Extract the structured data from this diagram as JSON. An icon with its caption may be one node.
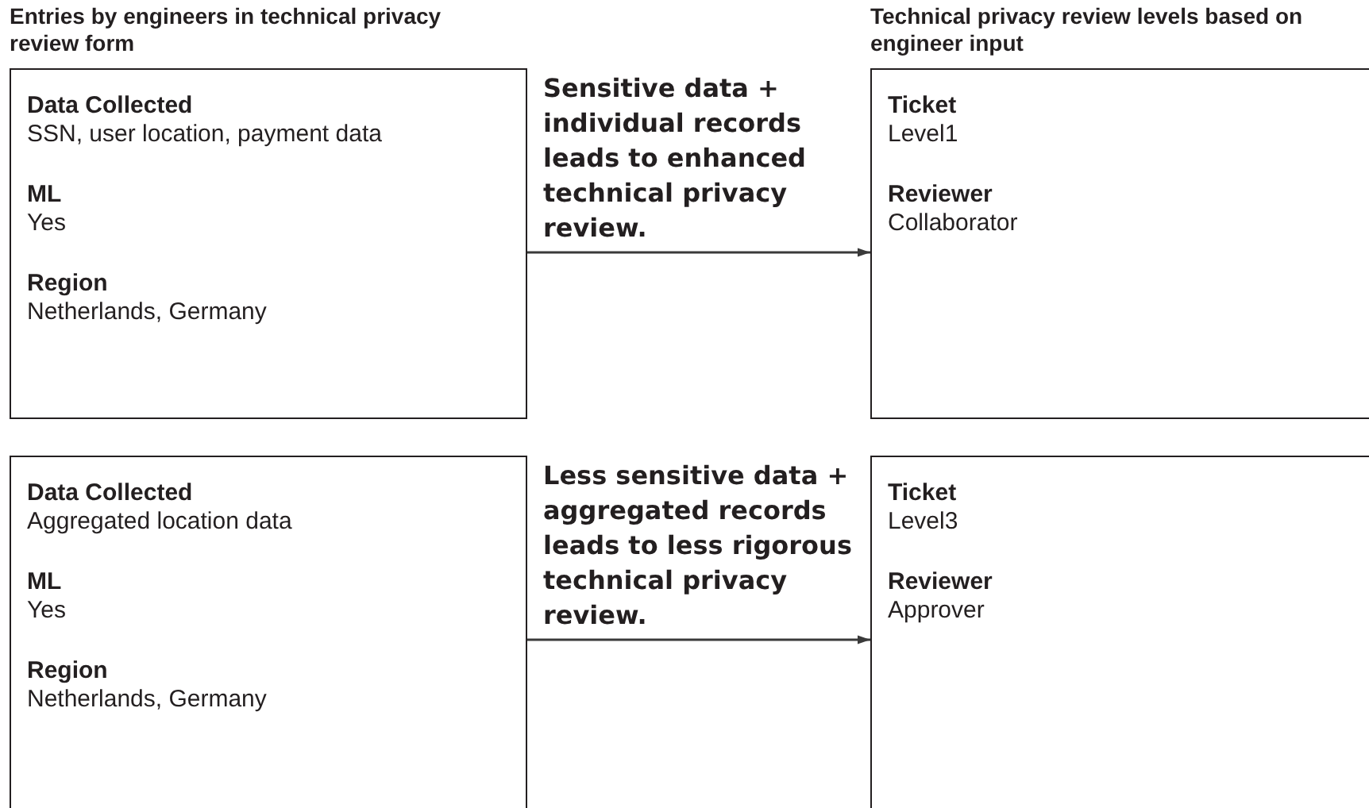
{
  "diagram": {
    "nodes": [
      {
        "text": [
          "Data Collected",
          "SSN, user location, payment data",
          "ML",
          "Yes",
          "Region",
          "Netherlands, Germany"
        ]
      },
      {
        "text": [
          "Ticket",
          "Level1",
          "Reviewer",
          "Collaborator"
        ]
      },
      {
        "text": [
          "Data Collected",
          "Aggregated location data",
          "ML",
          "Yes",
          "Region",
          "Netherlands, Germany"
        ]
      },
      {
        "text": [
          "Ticket",
          "Level3",
          "Reviewer",
          "Approver"
        ]
      }
    ],
    "edges": [
      {
        "from": 0,
        "to": 1,
        "arrow": "to",
        "label": "Sensitive data + individual records leads to enhanced technical privacy review."
      },
      {
        "from": 2,
        "to": 3,
        "arrow": "to",
        "label": "Less sensitive data + aggregated records leads to less rigorous technical privacy review."
      }
    ],
    "labels": [
      "Entries by engineers in technical privacy review form",
      "Technical privacy review levels based on engineer input"
    ]
  }
}
